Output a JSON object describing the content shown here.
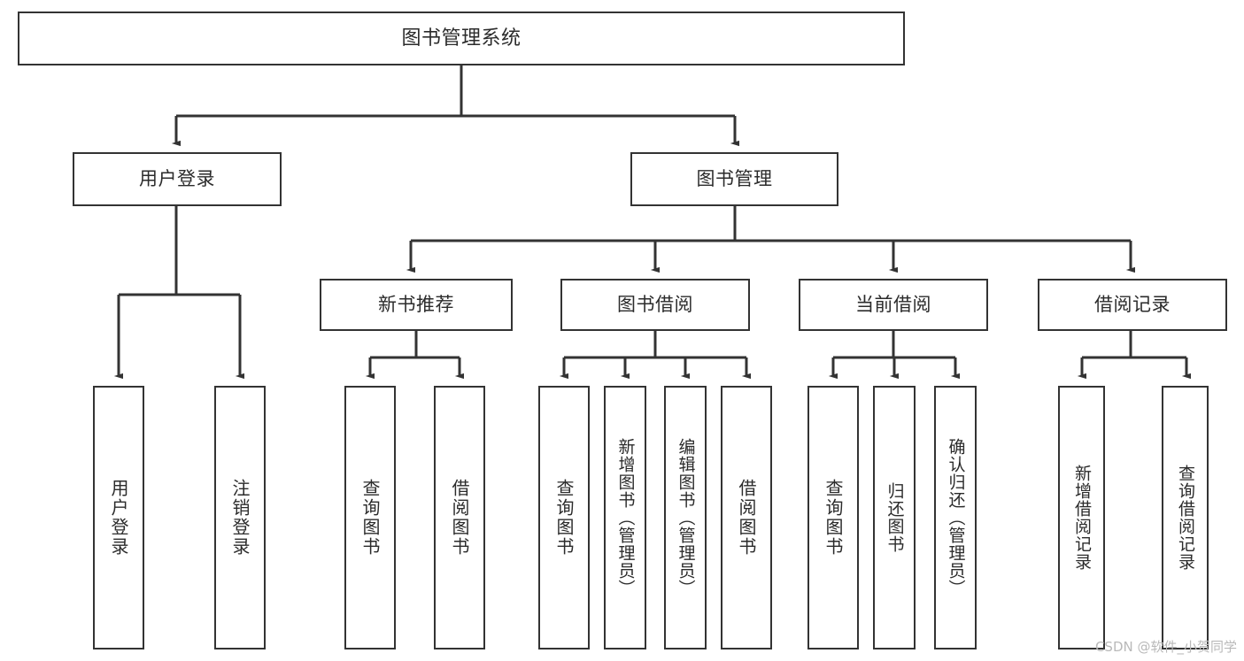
{
  "diagram": {
    "title": "图书管理系统",
    "type": "tree-hierarchy",
    "orientation": "top-down",
    "colors": {
      "background": "#ffffff",
      "node_border": "#333333",
      "node_fill": "#ffffff",
      "text": "#2b2b2b",
      "edge": "#333333",
      "watermark": "#b9b9b9"
    },
    "nodes": {
      "root": {
        "label": "图书管理系统"
      },
      "level1": [
        {
          "id": "user-login",
          "label": "用户登录"
        },
        {
          "id": "book-manage",
          "label": "图书管理"
        }
      ],
      "level2": [
        {
          "id": "new-book-recommend",
          "label": "新书推荐"
        },
        {
          "id": "book-borrow",
          "label": "图书借阅"
        },
        {
          "id": "current-borrow",
          "label": "当前借阅"
        },
        {
          "id": "borrow-record",
          "label": "借阅记录"
        }
      ],
      "leaves": {
        "user_login": [
          {
            "id": "leaf-user-login",
            "label": "用户登录"
          },
          {
            "id": "leaf-logout-login",
            "label": "注销登录"
          }
        ],
        "new_book_recommend": [
          {
            "id": "leaf-query-book-1",
            "label": "查询图书"
          },
          {
            "id": "leaf-borrow-book-1",
            "label": "借阅图书"
          }
        ],
        "book_borrow": [
          {
            "id": "leaf-query-book-2",
            "label": "查询图书"
          },
          {
            "id": "leaf-add-book",
            "label": "新增图书（管理员）"
          },
          {
            "id": "leaf-edit-book",
            "label": "编辑图书（管理员）"
          },
          {
            "id": "leaf-borrow-book-2",
            "label": "借阅图书"
          }
        ],
        "current_borrow": [
          {
            "id": "leaf-query-book-3",
            "label": "查询图书"
          },
          {
            "id": "leaf-return-book",
            "label": "归还图书"
          },
          {
            "id": "leaf-confirm-return",
            "label": "确认归还（管理员）"
          }
        ],
        "borrow_record": [
          {
            "id": "leaf-add-borrow-record",
            "label": "新增借阅记录"
          },
          {
            "id": "leaf-query-borrow-record",
            "label": "查询借阅记录"
          }
        ]
      }
    }
  },
  "watermark": {
    "text": "CSDN @软件_小贺同学"
  }
}
